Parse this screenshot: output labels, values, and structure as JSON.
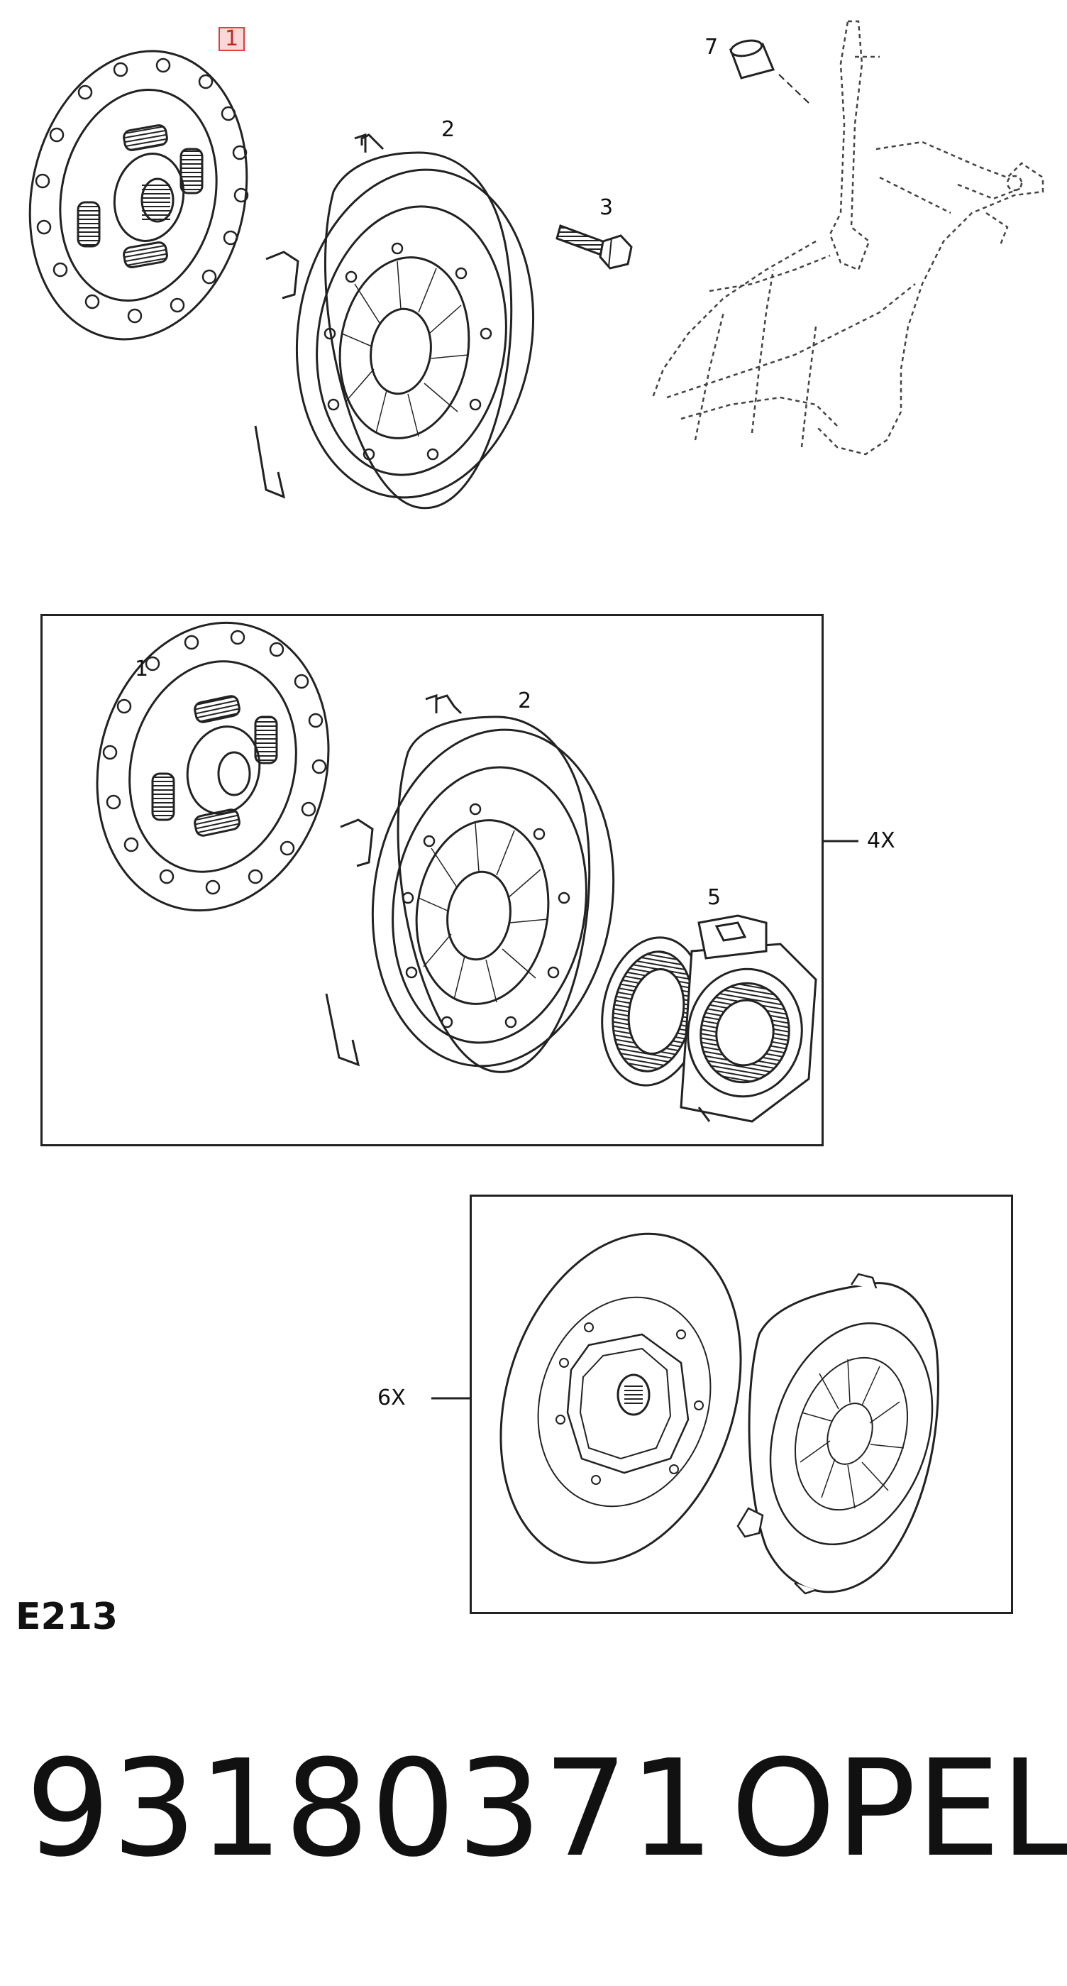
{
  "callouts": {
    "top_1": "1",
    "top_2": "2",
    "top_3": "3",
    "top_7": "7",
    "mid_1": "1",
    "mid_2": "2",
    "mid_5": "5",
    "mid_qty": "4X",
    "low_qty": "6X"
  },
  "diagram_code": "E213",
  "part_number": "93180371",
  "brand": "OPEL",
  "colors": {
    "highlight_border": "#d94040",
    "highlight_fill": "#fbd7d7",
    "line": "#222222"
  }
}
